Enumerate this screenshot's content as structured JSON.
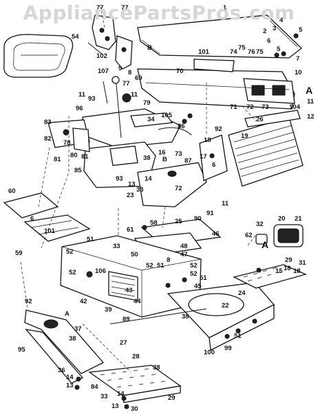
{
  "watermark": "AppliancePartsPros.com",
  "callouts": [
    {
      "id": "c77a",
      "text": "77"
    },
    {
      "id": "c77b",
      "text": "77"
    },
    {
      "id": "c1",
      "text": "1"
    },
    {
      "id": "c54",
      "text": "54"
    },
    {
      "id": "c102",
      "text": "102"
    },
    {
      "id": "cB1",
      "text": "B"
    },
    {
      "id": "c2",
      "text": "2"
    },
    {
      "id": "c3",
      "text": "3"
    },
    {
      "id": "c4",
      "text": "4"
    },
    {
      "id": "c5a",
      "text": "5"
    },
    {
      "id": "c101a",
      "text": "101"
    },
    {
      "id": "c74",
      "text": "74"
    },
    {
      "id": "c75a",
      "text": "75"
    },
    {
      "id": "c76",
      "text": "76"
    },
    {
      "id": "c75b",
      "text": "75"
    },
    {
      "id": "c6",
      "text": "6"
    },
    {
      "id": "c5b",
      "text": "5"
    },
    {
      "id": "c7",
      "text": "7"
    },
    {
      "id": "c107",
      "text": "107"
    },
    {
      "id": "c9a",
      "text": "9"
    },
    {
      "id": "c8a",
      "text": "8"
    },
    {
      "id": "c69",
      "text": "69"
    },
    {
      "id": "c70",
      "text": "70"
    },
    {
      "id": "c10",
      "text": "10"
    },
    {
      "id": "cAr",
      "text": "A"
    },
    {
      "id": "c11a",
      "text": "11"
    },
    {
      "id": "c93a",
      "text": "93"
    },
    {
      "id": "c77c",
      "text": "77"
    },
    {
      "id": "c11b",
      "text": "11"
    },
    {
      "id": "c79",
      "text": "79"
    },
    {
      "id": "c71",
      "text": "71"
    },
    {
      "id": "c72a",
      "text": "72"
    },
    {
      "id": "c73",
      "text": "73"
    },
    {
      "id": "c104",
      "text": "104"
    },
    {
      "id": "c12",
      "text": "12"
    },
    {
      "id": "c96",
      "text": "96"
    },
    {
      "id": "c26",
      "text": "26"
    },
    {
      "id": "c11c",
      "text": "11"
    },
    {
      "id": "c105",
      "text": "105"
    },
    {
      "id": "c34",
      "text": "34"
    },
    {
      "id": "c83",
      "text": "83"
    },
    {
      "id": "c78",
      "text": "78"
    },
    {
      "id": "c82",
      "text": "82"
    },
    {
      "id": "c80",
      "text": "80"
    },
    {
      "id": "c81a",
      "text": "81"
    },
    {
      "id": "c81b",
      "text": "81"
    },
    {
      "id": "c86",
      "text": "86"
    },
    {
      "id": "c92a",
      "text": "92"
    },
    {
      "id": "c19",
      "text": "19"
    },
    {
      "id": "c18",
      "text": "18"
    },
    {
      "id": "c38a",
      "text": "38"
    },
    {
      "id": "c73b",
      "text": "73"
    },
    {
      "id": "c87",
      "text": "87"
    },
    {
      "id": "cB2",
      "text": "B"
    },
    {
      "id": "c85",
      "text": "85"
    },
    {
      "id": "c16",
      "text": "16"
    },
    {
      "id": "c17",
      "text": "17"
    },
    {
      "id": "c6b",
      "text": "6"
    },
    {
      "id": "c93b",
      "text": "93"
    },
    {
      "id": "c14a",
      "text": "14"
    },
    {
      "id": "c13a",
      "text": "13"
    },
    {
      "id": "c33a",
      "text": "33"
    },
    {
      "id": "c72b",
      "text": "72"
    },
    {
      "id": "c23",
      "text": "23"
    },
    {
      "id": "c11d",
      "text": "11"
    },
    {
      "id": "c60",
      "text": "60"
    },
    {
      "id": "c90",
      "text": "90"
    },
    {
      "id": "c91",
      "text": "91"
    },
    {
      "id": "c58",
      "text": "58"
    },
    {
      "id": "c25",
      "text": "25"
    },
    {
      "id": "c61",
      "text": "61"
    },
    {
      "id": "c46",
      "text": "46"
    },
    {
      "id": "c6c",
      "text": "6"
    },
    {
      "id": "c101b",
      "text": "101"
    },
    {
      "id": "c32",
      "text": "32"
    },
    {
      "id": "c20",
      "text": "20"
    },
    {
      "id": "c21",
      "text": "21"
    },
    {
      "id": "c62",
      "text": "62"
    },
    {
      "id": "cAl",
      "text": "A"
    },
    {
      "id": "c59",
      "text": "59"
    },
    {
      "id": "c51a",
      "text": "51"
    },
    {
      "id": "c33b",
      "text": "33"
    },
    {
      "id": "c48",
      "text": "48"
    },
    {
      "id": "c47",
      "text": "47"
    },
    {
      "id": "c52a",
      "text": "52"
    },
    {
      "id": "c50",
      "text": "50"
    },
    {
      "id": "c52b",
      "text": "52"
    },
    {
      "id": "c51b",
      "text": "51"
    },
    {
      "id": "c8b",
      "text": "8"
    },
    {
      "id": "c52c",
      "text": "52"
    },
    {
      "id": "c106",
      "text": "106"
    },
    {
      "id": "c52d",
      "text": "52"
    },
    {
      "id": "c29a",
      "text": "29"
    },
    {
      "id": "c31",
      "text": "31"
    },
    {
      "id": "c15",
      "text": "15"
    },
    {
      "id": "c16b",
      "text": "16"
    },
    {
      "id": "c18b",
      "text": "18"
    },
    {
      "id": "c52e",
      "text": "52"
    },
    {
      "id": "c51c",
      "text": "51"
    },
    {
      "id": "c43",
      "text": "43"
    },
    {
      "id": "c45",
      "text": "45"
    },
    {
      "id": "c42",
      "text": "42"
    },
    {
      "id": "c44",
      "text": "44"
    },
    {
      "id": "c39",
      "text": "39"
    },
    {
      "id": "c24",
      "text": "24"
    },
    {
      "id": "c22",
      "text": "22"
    },
    {
      "id": "c89",
      "text": "89"
    },
    {
      "id": "c92b",
      "text": "92"
    },
    {
      "id": "cA3",
      "text": "A"
    },
    {
      "id": "c38b",
      "text": "38"
    },
    {
      "id": "c37",
      "text": "37"
    },
    {
      "id": "c27",
      "text": "27"
    },
    {
      "id": "c38c",
      "text": "38"
    },
    {
      "id": "c51d",
      "text": "51"
    },
    {
      "id": "c100",
      "text": "100"
    },
    {
      "id": "c99",
      "text": "99"
    },
    {
      "id": "c95",
      "text": "95"
    },
    {
      "id": "c28",
      "text": "28"
    },
    {
      "id": "c36",
      "text": "36"
    },
    {
      "id": "c14b",
      "text": "14"
    },
    {
      "id": "c13b",
      "text": "13"
    },
    {
      "id": "c38d",
      "text": "38"
    },
    {
      "id": "c84",
      "text": "84"
    },
    {
      "id": "c14c",
      "text": "14"
    },
    {
      "id": "c33c",
      "text": "33"
    },
    {
      "id": "c29b",
      "text": "29"
    },
    {
      "id": "c13c",
      "text": "13"
    },
    {
      "id": "c30",
      "text": "30"
    }
  ]
}
